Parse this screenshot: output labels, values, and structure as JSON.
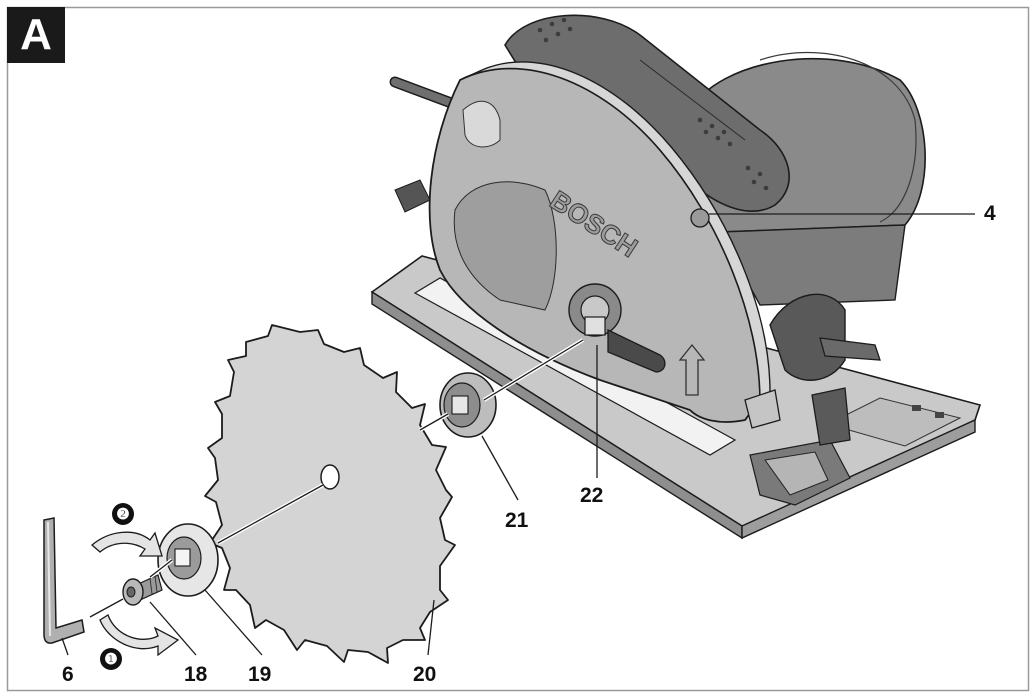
{
  "panel_label": "A",
  "brand": "BOSCH",
  "callouts": {
    "c4": "4",
    "c6": "6",
    "c18": "18",
    "c19": "19",
    "c20": "20",
    "c21": "21",
    "c22": "22"
  },
  "steps": {
    "s1": "❶",
    "s2": "❷"
  },
  "colors": {
    "tool_body": "#a8a8a8",
    "tool_dark": "#5c5c5c",
    "blade": "#d2d2d2",
    "outline": "#1c1c1c",
    "frame_border": "#9a9a9a"
  }
}
